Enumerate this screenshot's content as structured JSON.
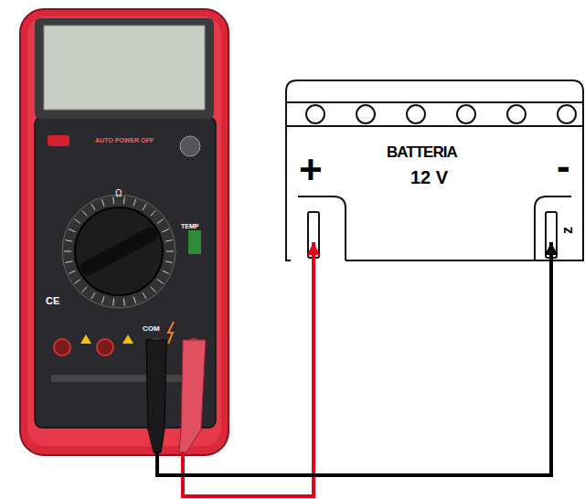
{
  "diagram": {
    "nodes": [
      {
        "text": [
          "AUTO POWER OFF",
          "Ω",
          "CE",
          "COM",
          "TEMP"
        ]
      },
      {
        "text": [
          "+",
          "BATTERIA",
          "12 V",
          "-",
          "z"
        ]
      }
    ],
    "edges": [
      {
        "from": 0,
        "to": 1,
        "arrow": "to"
      },
      {
        "from": 0,
        "to": 1,
        "arrow": "to"
      }
    ]
  }
}
